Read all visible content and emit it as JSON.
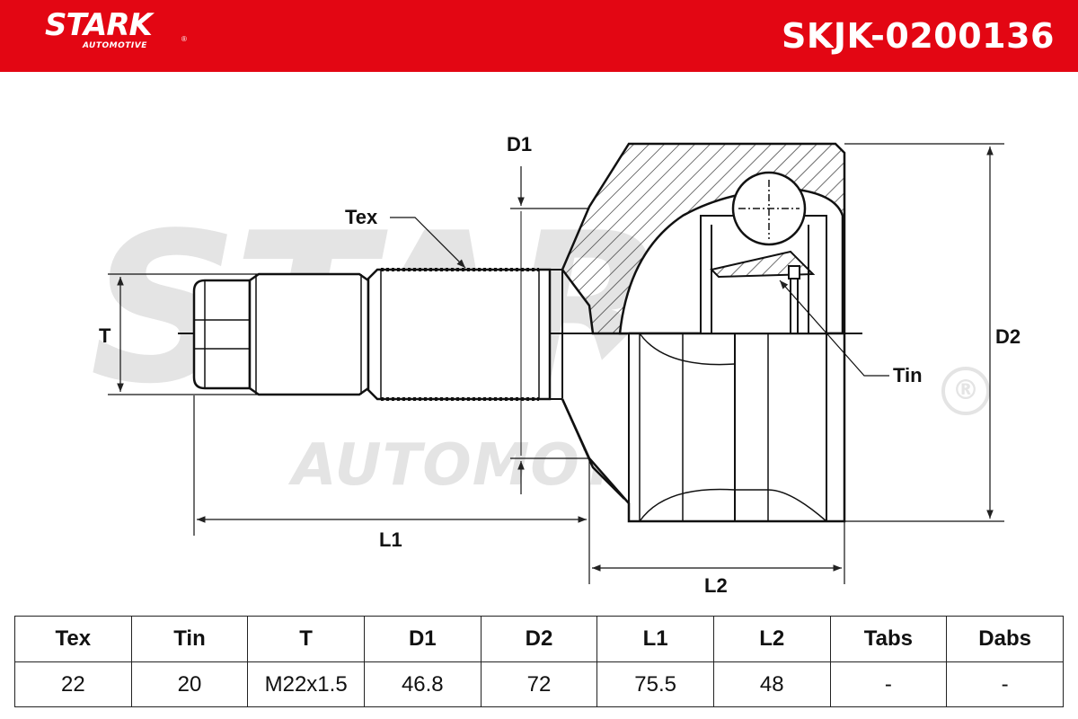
{
  "header": {
    "brand": "STARK",
    "brand_sub": "AUTOMOTIVE",
    "brand_reg": "®",
    "part_number": "SKJK-0200136",
    "background_color": "#e30613"
  },
  "watermark": {
    "main": "STARK",
    "sub": "AUTOMOTIVE",
    "reg": "®",
    "color": "#e4e4e4"
  },
  "diagram_labels": {
    "tex": "Tex",
    "tin": "Tin",
    "t": "T",
    "d1": "D1",
    "d2": "D2",
    "l1": "L1",
    "l2": "L2"
  },
  "specs_table": {
    "headers": [
      "Tex",
      "Tin",
      "T",
      "D1",
      "D2",
      "L1",
      "L2",
      "Tabs",
      "Dabs"
    ],
    "values": [
      "22",
      "20",
      "M22x1.5",
      "46.8",
      "72",
      "75.5",
      "48",
      "-",
      "-"
    ]
  }
}
